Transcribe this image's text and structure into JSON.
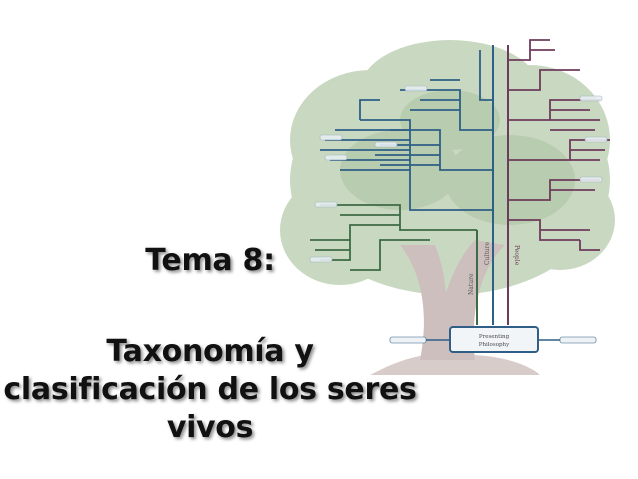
{
  "slide": {
    "title": "Tema 8:",
    "subtitle_lines": [
      "Taxonomía y",
      "clasificación de los seres",
      "vivos"
    ]
  },
  "tree_image": {
    "description": "phylogenetic-style tree diagram of philosophy",
    "trunk_labels": [
      "Nature",
      "Culture",
      "People"
    ],
    "root_box_label": "Presenting Philosophy",
    "colors": {
      "foliage": "#b9cdb0",
      "trunk": "#cbbdbb",
      "nature_branch": "#3c6b45",
      "culture_branch": "#2f5f86",
      "people_branch": "#6e3b5c"
    }
  }
}
